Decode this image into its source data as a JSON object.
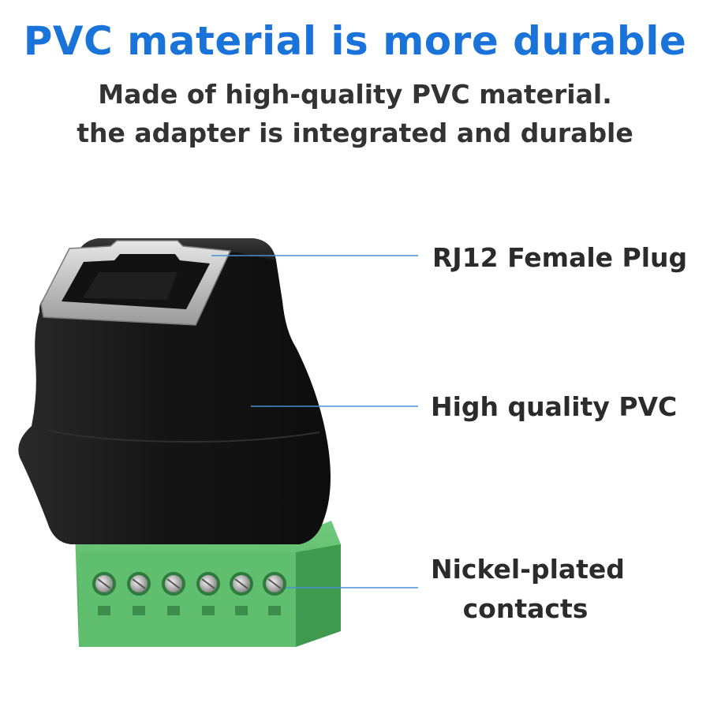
{
  "headline": "PVC material is more durable",
  "subheadline": {
    "line1": "Made of high-quality PVC material.",
    "line2": "the adapter is integrated and durable"
  },
  "callouts": {
    "rj12": "RJ12 Female Plug",
    "pvc": "High quality PVC",
    "nickel_line1": "Nickel-plated",
    "nickel_line2": "contacts"
  },
  "colors": {
    "headline": "#1a73d9",
    "callout_line": "#4a8fd4",
    "housing": "#1c1c1c",
    "terminal_block": "#59b86a",
    "metal_shield": "#c8c8c8"
  },
  "product": {
    "terminal_count": 6
  }
}
